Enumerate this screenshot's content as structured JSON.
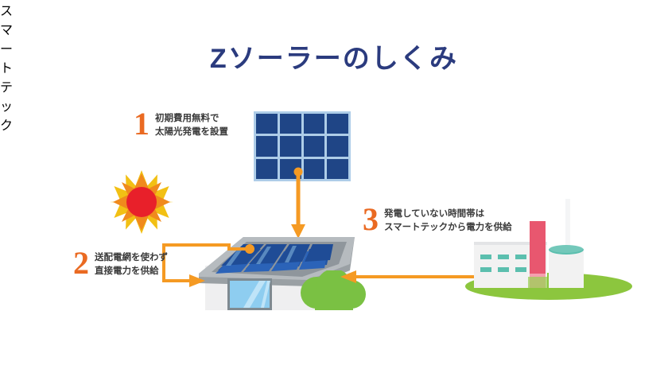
{
  "title": "Zソーラーのしくみ",
  "colors": {
    "title": "#2b3b7e",
    "number": "#ea6a22",
    "arrow": "#f59a23",
    "panel_cell": "#1f4586",
    "panel_frame": "#aecde8",
    "sun_core": "#e8202a",
    "sun_rays": "#f08a1d",
    "bush_green": "#7ac143",
    "ground_green": "#8cc63e",
    "house_wall": "#efeff0",
    "roof_gray": "#8e9296",
    "window_blue": "#8ecdf0",
    "plant_tower": "#e8576f",
    "plant_window": "#5bbfae"
  },
  "callouts": [
    {
      "number": "1",
      "line1": "初期費用無料で",
      "line2": "太陽光発電を設置"
    },
    {
      "number": "2",
      "line1": "送配電網を使わず",
      "line2": "直接電力を供給"
    },
    {
      "number": "3",
      "line1": "発電していない時間帯は",
      "line2": "スマートテックから電力を供給"
    }
  ],
  "scene": {
    "sun_label": "sun",
    "solar_panel_label": "solar-panel",
    "house_label": "house",
    "bush_label": "bush",
    "power_plant_label": "power-plant",
    "plant_tower_text": "スマートテック"
  }
}
